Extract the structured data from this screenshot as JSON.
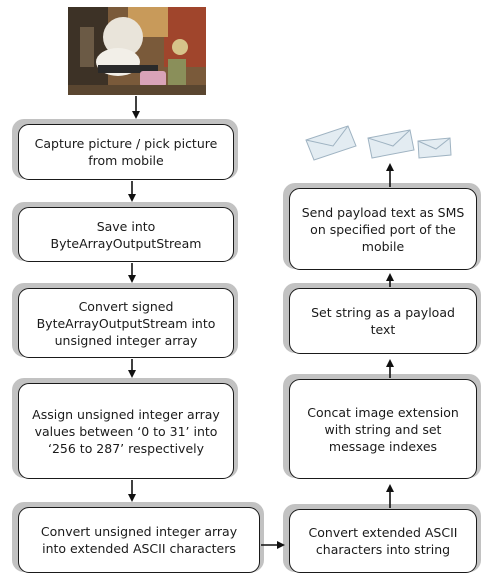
{
  "flowchart": {
    "left_steps": [
      "Capture picture / pick picture from mobile",
      "Save into ByteArrayOutputStream",
      "Convert signed ByteArrayOutputStream into unsigned integer array",
      "Assign unsigned integer array values between ‘0 to 31’ into ‘256 to 287’ respectively",
      "Convert unsigned integer array into extended ASCII characters"
    ],
    "right_steps": [
      "Convert extended ASCII characters into string",
      "Concat image extension with string and set message indexes",
      "Set string as a payload text",
      "Send payload text as SMS on specified port of the mobile"
    ],
    "image_icon": "photo-of-objects-icon",
    "sms_icon": "envelope-icon",
    "colors": {
      "box_border": "#1a1a1a",
      "shadow": "#c2c2c2",
      "envelope": "#e3ecf2"
    }
  }
}
